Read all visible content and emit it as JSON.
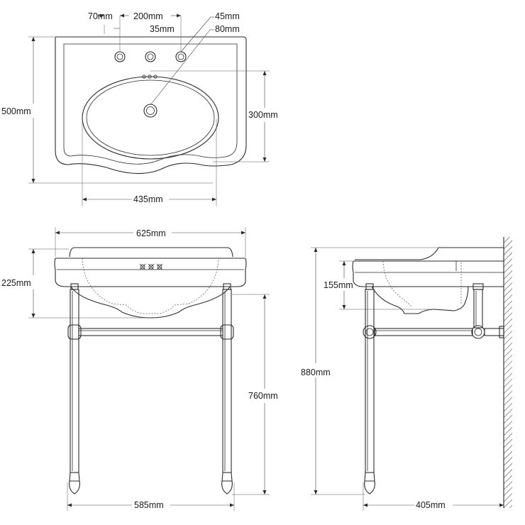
{
  "plan_view": {
    "tap_spacing_small": "70mm",
    "tap_spacing_large": "200mm",
    "tap_hole_diameter": "35mm",
    "waste_hole_diameter": "45mm",
    "waste_offset": "80mm",
    "basin_depth": "500mm",
    "bowl_depth": "300mm",
    "bowl_width": "435mm"
  },
  "front_view": {
    "overall_width": "625mm",
    "basin_height": "225mm",
    "leg_height": "760mm",
    "leg_span": "585mm"
  },
  "side_view": {
    "overall_height": "880mm",
    "bowl_drop": "155mm",
    "stand_depth": "405mm"
  }
}
